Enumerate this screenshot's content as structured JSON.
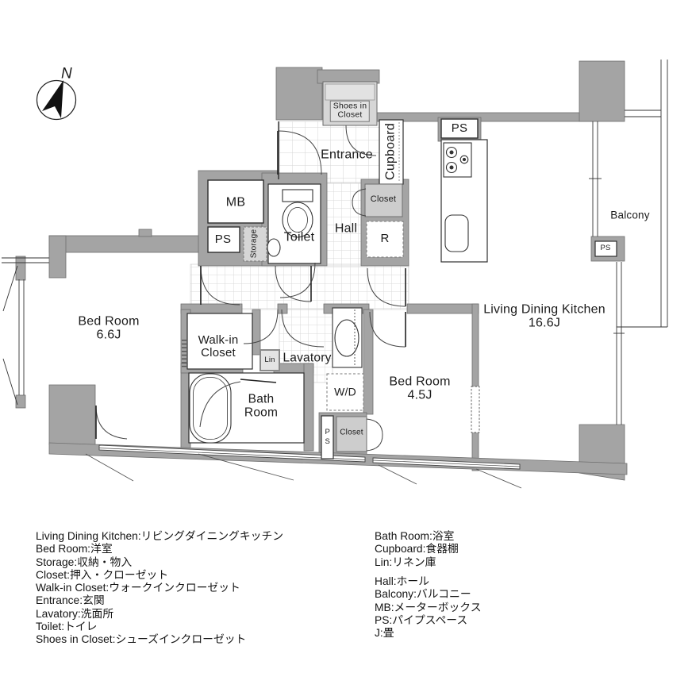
{
  "compass": {
    "north": "N"
  },
  "plan": {
    "entrance": "Entrance",
    "shoes_in_closet": "Shoes in\nCloset",
    "cupboard": "Cupboard",
    "ps_kitchen": "PS",
    "mb": "MB",
    "ps_meter": "PS",
    "storage": "Storage",
    "toilet": "Toilet",
    "hall": "Hall",
    "closet_hall": "Closet",
    "refrigerator": "R",
    "balcony": "Balcony",
    "ps_balcony": "PS",
    "bedroom_main": "Bed Room\n6.6J",
    "walk_in_closet": "Walk-in\nCloset",
    "linen": "Lin",
    "lavatory": "Lavatory",
    "bath_room": "Bath\nRoom",
    "washer_dryer": "W/D",
    "ps_pipe": "PS",
    "closet_bedroom": "Closet",
    "bedroom_second": "Bed Room\n4.5J",
    "ldk": "Living Dining Kitchen\n16.6J"
  },
  "legend": {
    "left": [
      "Living Dining Kitchen:リビングダイニングキッチン",
      "Bed Room:洋室",
      "Storage:収納・物入",
      "Closet:押入・クローゼット",
      "Walk-in Closet:ウォークインクローゼット",
      "Entrance:玄関",
      "Lavatory:洗面所",
      "Toilet:トイレ",
      "Shoes in Closet:シューズインクローゼット"
    ],
    "right_top": [
      "Bath Room:浴室",
      "Cupboard:食器棚",
      "Lin:リネン庫"
    ],
    "right_bottom": [
      "Hall:ホール",
      "Balcony:バルコニー",
      "MB:メーターボックス",
      "PS:パイプスペース",
      "J:畳"
    ]
  },
  "colors": {
    "wall": "#a4a4a4",
    "closet_fill": "#cdcdcd",
    "shoes_fill": "#d6d6d6",
    "line": "#333333"
  }
}
